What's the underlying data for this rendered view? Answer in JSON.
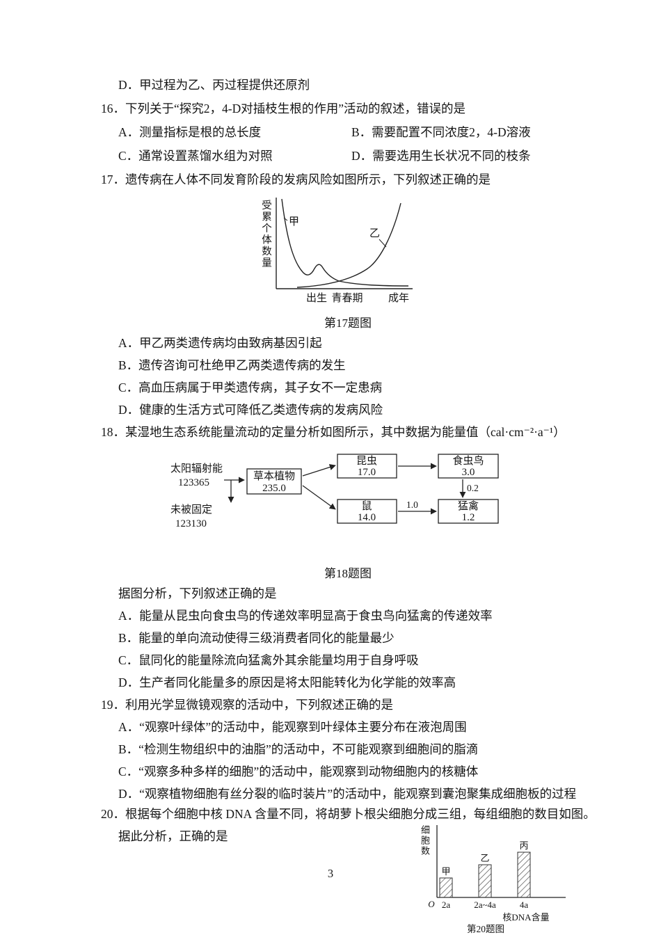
{
  "page": {
    "number": "3"
  },
  "q15": {
    "optD": "D．甲过程为乙、丙过程提供还原剂"
  },
  "q16": {
    "stem": "16．下列关于“探究2，4-D对插枝生根的作用”活动的叙述，错误的是",
    "optA": "A．测量指标是根的总长度",
    "optB": "B．需要配置不同浓度2，4-D溶液",
    "optC": "C．通常设置蒸馏水组为对照",
    "optD": "D．需要选用生长状况不同的枝条"
  },
  "q17": {
    "stem": "17．遗传病在人体不同发育阶段的发病风险如图所示，下列叙述正确的是",
    "fig": {
      "ylabel": "受累个体数量",
      "curveA": "甲",
      "curveB": "乙",
      "tick1": "出生",
      "tick2": "青春期",
      "tick3": "成年",
      "caption": "第17题图"
    },
    "optA": "A．甲乙两类遗传病均由致病基因引起",
    "optB": "B．遗传咨询可杜绝甲乙两类遗传病的发生",
    "optC": "C．高血压病属于甲类遗传病，其子女不一定患病",
    "optD": "D．健康的生活方式可降低乙类遗传病的发病风险"
  },
  "q18": {
    "stem": "18．某湿地生态系统能量流动的定量分析如图所示，其中数据为能量值（cal·cm⁻²·a⁻¹）",
    "fig": {
      "solar": "太阳辐射能",
      "solar_value": "123365",
      "unfixed": "未被固定",
      "unfixed_value": "123130",
      "producer": "草本植物",
      "producer_value": "235.0",
      "insect": "昆虫",
      "insect_value": "17.0",
      "bird": "食虫鸟",
      "bird_value": "3.0",
      "mouse": "鼠",
      "mouse_value": "14.0",
      "raptor": "猛禽",
      "raptor_value": "1.2",
      "flow_bird_raptor": "0.2",
      "flow_mouse_raptor": "1.0",
      "caption": "第18题图"
    },
    "lead": "据图分析，下列叙述正确的是",
    "optA": "A．能量从昆虫向食虫鸟的传递效率明显高于食虫鸟向猛禽的传递效率",
    "optB": "B．能量的单向流动使得三级消费者同化的能量最少",
    "optC": "C．鼠同化的能量除流向猛禽外其余能量均用于自身呼吸",
    "optD": "D．生产者同化能量多的原因是将太阳能转化为化学能的效率高"
  },
  "q19": {
    "stem": "19．利用光学显微镜观察的活动中，下列叙述正确的是",
    "optA": "A．“观察叶绿体”的活动中，能观察到叶绿体主要分布在液泡周围",
    "optB": "B．“检测生物组织中的油脂”的活动中，不可能观察到细胞间的脂滴",
    "optC": "C．“观察多种多样的细胞”的活动中，能观察到动物细胞内的核糖体",
    "optD": "D．“观察植物细胞有丝分裂的临时装片”的活动中，能观察到囊泡聚集成细胞板的过程"
  },
  "q20": {
    "stem1": "20．根据每个细胞中核 DNA 含量不同，将胡萝卜根尖细胞分成三组，每组细胞的数目如图。",
    "stem2": "据此分析，正确的是",
    "fig": {
      "ylabel": "细胞数",
      "xlabel": "核DNA含量",
      "origin": "O",
      "bar1_label": "甲",
      "bar2_label": "乙",
      "bar3_label": "丙",
      "tick1": "2a",
      "tick2": "2a~4a",
      "tick3": "4a",
      "caption": "第20题图"
    }
  },
  "chart_data": [
    {
      "type": "line",
      "title": "第17题图",
      "ylabel": "受累个体数量",
      "x_ticks": [
        "出生",
        "青春期",
        "成年"
      ],
      "series": [
        {
          "name": "甲",
          "shape": "high before birth, steep decline after birth, small bump near 青春期, stays low through 成年"
        },
        {
          "name": "乙",
          "shape": "near zero at birth, rises slowly then steeply, highest at 成年"
        }
      ],
      "grid": false,
      "legend": "labels on curves"
    },
    {
      "type": "diagram",
      "title": "第18题图",
      "unit": "cal·cm⁻²·a⁻¹",
      "nodes": [
        {
          "label": "太阳辐射能",
          "value": 123365
        },
        {
          "label": "未被固定",
          "value": 123130
        },
        {
          "label": "草本植物",
          "value": 235.0
        },
        {
          "label": "昆虫",
          "value": 17.0
        },
        {
          "label": "食虫鸟",
          "value": 3.0
        },
        {
          "label": "鼠",
          "value": 14.0
        },
        {
          "label": "猛禽",
          "value": 1.2
        }
      ],
      "edges": [
        [
          "太阳辐射能",
          "草本植物",
          null
        ],
        [
          "太阳辐射能",
          "未被固定",
          null
        ],
        [
          "草本植物",
          "昆虫",
          null
        ],
        [
          "草本植物",
          "鼠",
          null
        ],
        [
          "昆虫",
          "食虫鸟",
          null
        ],
        [
          "食虫鸟",
          "猛禽",
          0.2
        ],
        [
          "鼠",
          "猛禽",
          1.0
        ]
      ]
    },
    {
      "type": "bar",
      "title": "第20题图",
      "categories": [
        "2a",
        "2a~4a",
        "4a"
      ],
      "bar_labels": [
        "甲",
        "乙",
        "丙"
      ],
      "values": [
        28,
        47,
        65
      ],
      "value_note": "relative heights, y-axis unlabeled",
      "xlabel": "核DNA含量",
      "ylabel": "细胞数",
      "hatched": true
    }
  ]
}
